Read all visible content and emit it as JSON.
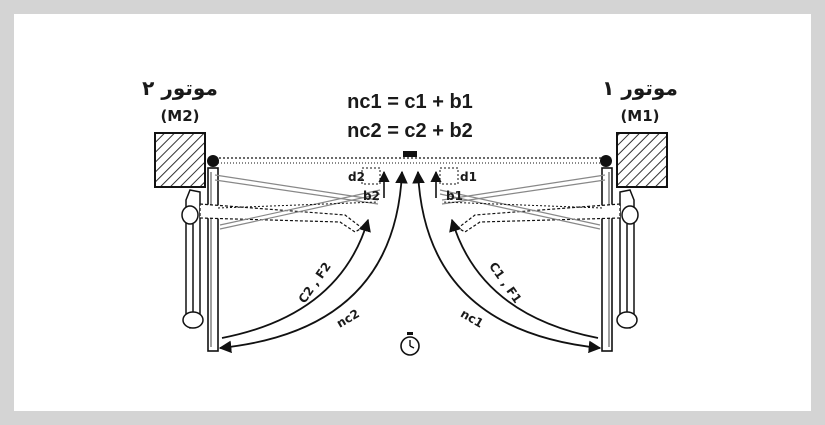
{
  "motors": {
    "left": {
      "title": "موتور ۲",
      "code": "(M2)"
    },
    "right": {
      "title": "موتور ۱",
      "code": "(M1)"
    }
  },
  "formulas": {
    "line1": "nc1 = c1 + b1",
    "line2": "nc2 = c2 + b2"
  },
  "labels": {
    "d2": "d2",
    "b2": "b2",
    "d1": "d1",
    "b1": "b1",
    "c2f2": "C2 , F2",
    "c1f1": "C1 , F1",
    "nc2": "nc2",
    "nc1": "nc1"
  },
  "colors": {
    "line": "#111111",
    "hatch": "#333333",
    "background": "#ffffff",
    "border": "#d4d4d4"
  },
  "icons": {
    "clock": "stopwatch-icon"
  }
}
